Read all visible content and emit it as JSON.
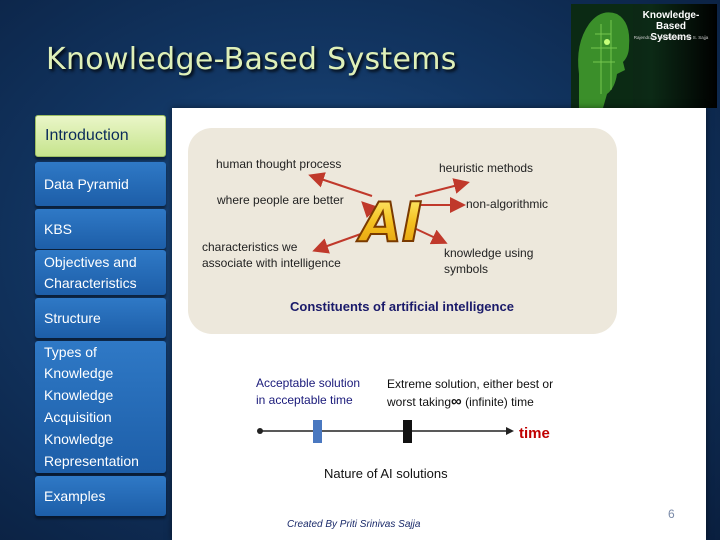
{
  "slide": {
    "title": "Knowledge-Based  Systems"
  },
  "book_cover": {
    "title_line1": "Knowledge-Based",
    "title_line2": "Systems",
    "authors": "Rajendra A. Akerkar and Priti S. Sajja"
  },
  "sidebar": {
    "items": [
      {
        "label": "Introduction",
        "active": true
      },
      {
        "label": "Data Pyramid"
      },
      {
        "label": "KBS"
      },
      {
        "label_line1": "Objectives and",
        "label_line2": "Characteristics"
      },
      {
        "label": "Structure"
      },
      {
        "lines": [
          "Types of",
          "Knowledge",
          "Knowledge",
          "Acquisition",
          "Knowledge",
          "Representation"
        ]
      },
      {
        "label": "Examples"
      }
    ]
  },
  "ai_diagram": {
    "center_label": "AI",
    "human_thought": "human thought process",
    "heuristic": "heuristic methods",
    "people_better": "where people are better",
    "non_algorithmic": "non-algorithmic",
    "characteristics_line1": "characteristics we",
    "characteristics_line2": "associate with intelligence",
    "knowledge_line1": "knowledge using",
    "knowledge_line2": "symbols",
    "caption": "Constituents of artificial intelligence"
  },
  "solutions": {
    "acceptable_line1": "Acceptable solution",
    "acceptable_line2": "in acceptable time",
    "extreme_line1": "Extreme solution, either best or",
    "extreme_line2_pre": "worst taking",
    "extreme_infinity": "∞",
    "extreme_line2_post": " (infinite) time",
    "time_label": "time",
    "caption": "Nature of AI solutions"
  },
  "footer": {
    "credit": "Created By Priti Srinivas Sajja",
    "page": "6"
  },
  "colors": {
    "accent_red": "#c00000",
    "nav_blue": "#1d5ea8",
    "active_green": "#c6e48d",
    "caption_navy": "#1a1a6a"
  }
}
